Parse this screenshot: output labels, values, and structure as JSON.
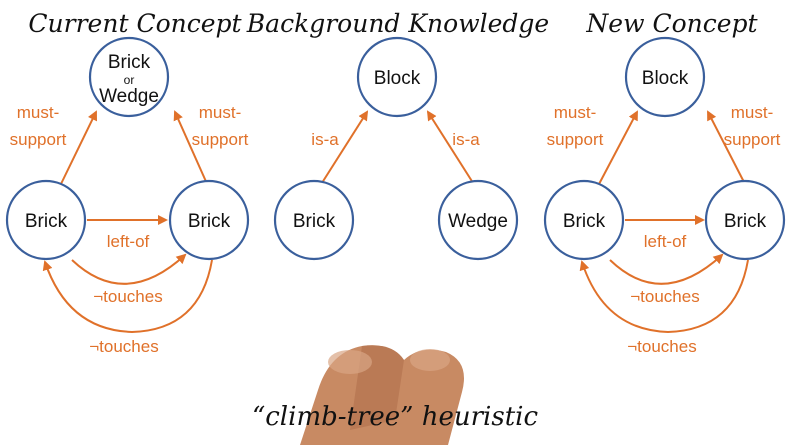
{
  "panels": {
    "current": {
      "title": "Current Concept",
      "top_node": [
        "Brick",
        "or",
        "Wedge"
      ],
      "left_node": "Brick",
      "right_node": "Brick",
      "edge_left_up": [
        "must-",
        "support"
      ],
      "edge_right_up": [
        "must-",
        "support"
      ],
      "edge_between": "left-of",
      "edge_inner_loop": "¬touches",
      "edge_outer_loop": "¬touches"
    },
    "background": {
      "title": "Background Knowledge",
      "top_node": "Block",
      "left_node": "Brick",
      "right_node": "Wedge",
      "edge_left": "is-a",
      "edge_right": "is-a"
    },
    "new": {
      "title": "New Concept",
      "top_node": "Block",
      "left_node": "Brick",
      "right_node": "Brick",
      "edge_left_up": [
        "must-",
        "support"
      ],
      "edge_right_up": [
        "must-",
        "support"
      ],
      "edge_between": "left-of",
      "edge_inner_loop": "¬touches",
      "edge_outer_loop": "¬touches"
    }
  },
  "caption": "“climb-tree” heuristic",
  "colors": {
    "node_stroke": "#3a5f9c",
    "edge": "#e0712a"
  }
}
